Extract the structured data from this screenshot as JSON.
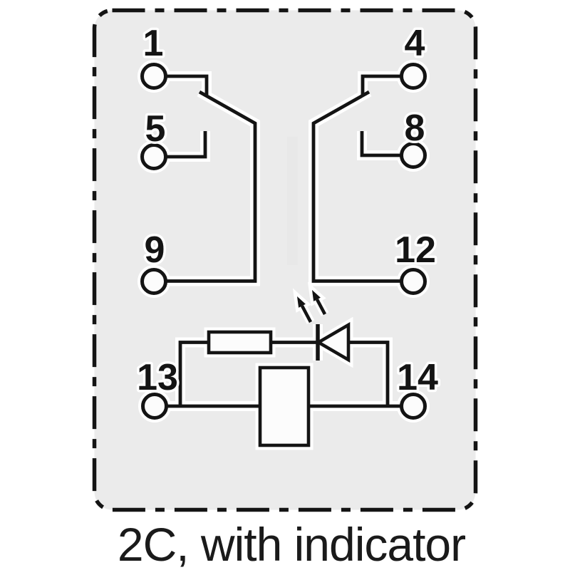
{
  "caption": "2C, with indicator",
  "schematic": {
    "pins": [
      {
        "label": "1"
      },
      {
        "label": "5"
      },
      {
        "label": "9"
      },
      {
        "label": "13"
      },
      {
        "label": "4"
      },
      {
        "label": "8"
      },
      {
        "label": "12"
      },
      {
        "label": "14"
      }
    ],
    "symbols": {
      "resistor": "resistor-symbol",
      "led": "led-diode-symbol",
      "coil": "relay-coil-symbol",
      "light_arrows": "light-emission-arrows-icon",
      "contacts": "changeover-switch-contacts"
    }
  },
  "colors": {
    "page_bg": "#ffffff",
    "panel_bg": "#ebebeb",
    "ink": "#141414",
    "symbol_fill": "#fcfcfc",
    "caption_text": "#1a1a1a"
  }
}
